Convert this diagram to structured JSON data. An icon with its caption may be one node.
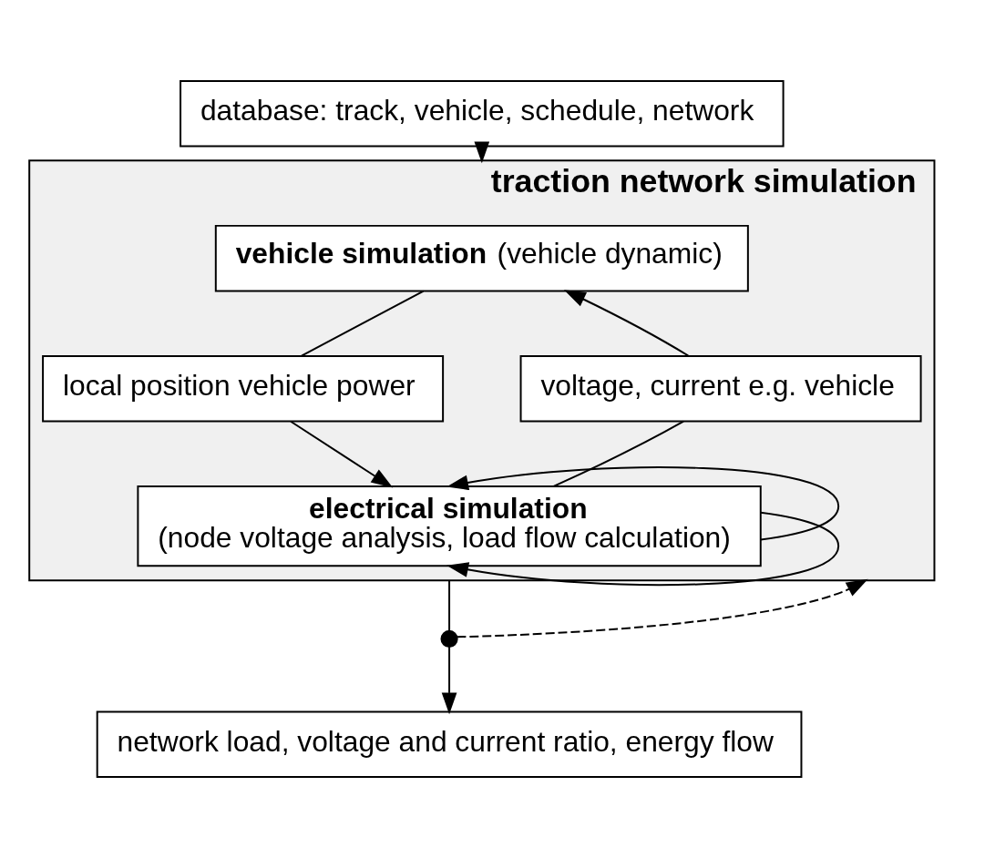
{
  "diagram": {
    "nodes": [
      {
        "text": [
          "database: track, vehicle, schedule, network"
        ]
      },
      {
        "text": [
          "traction network simulation"
        ]
      },
      {
        "text": [
          "**vehicle simulation** (vehicle dynamic)"
        ],
        "in": 1
      },
      {
        "text": [
          "local position vehicle power"
        ],
        "in": 1
      },
      {
        "text": [
          "voltage, current e.g. vehicle"
        ],
        "in": 1
      },
      {
        "text": [
          "**electrical simulation**",
          "(node voltage analysis, load flow calculation)"
        ],
        "in": 1
      },
      {
        "text": [],
        "shape": "circle"
      },
      {
        "text": [
          "network load, voltage and current ratio, energy flow"
        ]
      }
    ],
    "edges": [
      {
        "from": 0,
        "to": 1,
        "arrow": "to"
      },
      {
        "from": 2,
        "to": 3,
        "arrow": "none"
      },
      {
        "from": 3,
        "to": 5,
        "arrow": "to"
      },
      {
        "from": 5,
        "to": 4,
        "arrow": "none"
      },
      {
        "from": 4,
        "to": 2,
        "arrow": "to"
      },
      {
        "from": 5,
        "to": 5,
        "arrow": "to"
      },
      {
        "from": 5,
        "to": 5,
        "arrow": "to"
      },
      {
        "from": 1,
        "to": 6,
        "arrow": "none"
      },
      {
        "from": 6,
        "to": 7,
        "arrow": "to"
      },
      {
        "from": 6,
        "to": 1,
        "arrow": "to",
        "style": "dashed"
      }
    ]
  }
}
